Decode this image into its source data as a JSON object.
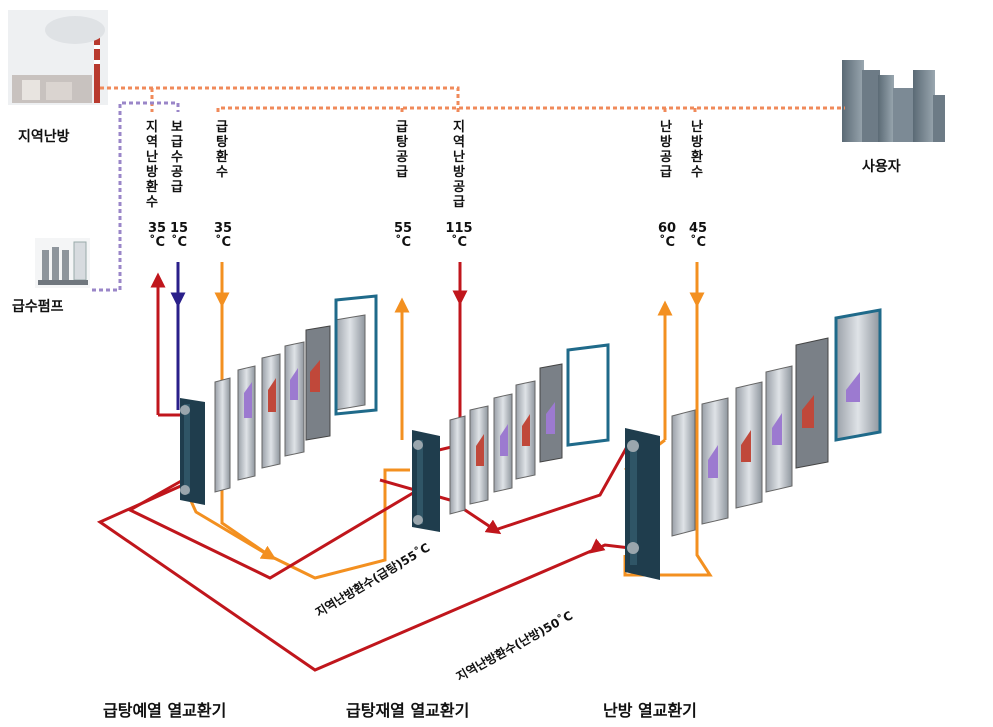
{
  "nodes": {
    "district_heating": "지역난방",
    "feed_pump": "급수펌프",
    "user": "사용자"
  },
  "streams": {
    "dh_return_a": {
      "label": "지역난방환수",
      "temp": "35",
      "unit": "˚C"
    },
    "makeup_water": {
      "label": "보급수공급",
      "temp": "15",
      "unit": "˚C"
    },
    "hw_return": {
      "label": "급탕환수",
      "temp": "35",
      "unit": "˚C"
    },
    "hw_supply": {
      "label": "급탕공급",
      "temp": "55",
      "unit": "˚C"
    },
    "dh_supply": {
      "label": "지역난방공급",
      "temp": "115",
      "unit": "˚C"
    },
    "heating_supply": {
      "label": "난방공급",
      "temp": "60",
      "unit": "˚C"
    },
    "heating_return": {
      "label": "난방환수",
      "temp": "45",
      "unit": "˚C"
    }
  },
  "diagonal_labels": {
    "dh_return_hw": "지역난방환수(급탕)55˚C",
    "dh_return_heat": "지역난방환수(난방)50˚C"
  },
  "exchangers": {
    "preheat": "급탕예열  열교환기",
    "reheat": "급탕재열  열교환기",
    "heating": "난방  열교환기"
  },
  "colors": {
    "hot": "#c0161c",
    "warm": "#f39020",
    "cold": "#2a1f8a",
    "dotted_orange": "#f08a5a",
    "dotted_purple": "#9a86c8",
    "frame": "#1f3d4d",
    "plate": "#b9bec4",
    "arrow_purple": "#9c7ad0",
    "arrow_red": "#c0483a"
  }
}
